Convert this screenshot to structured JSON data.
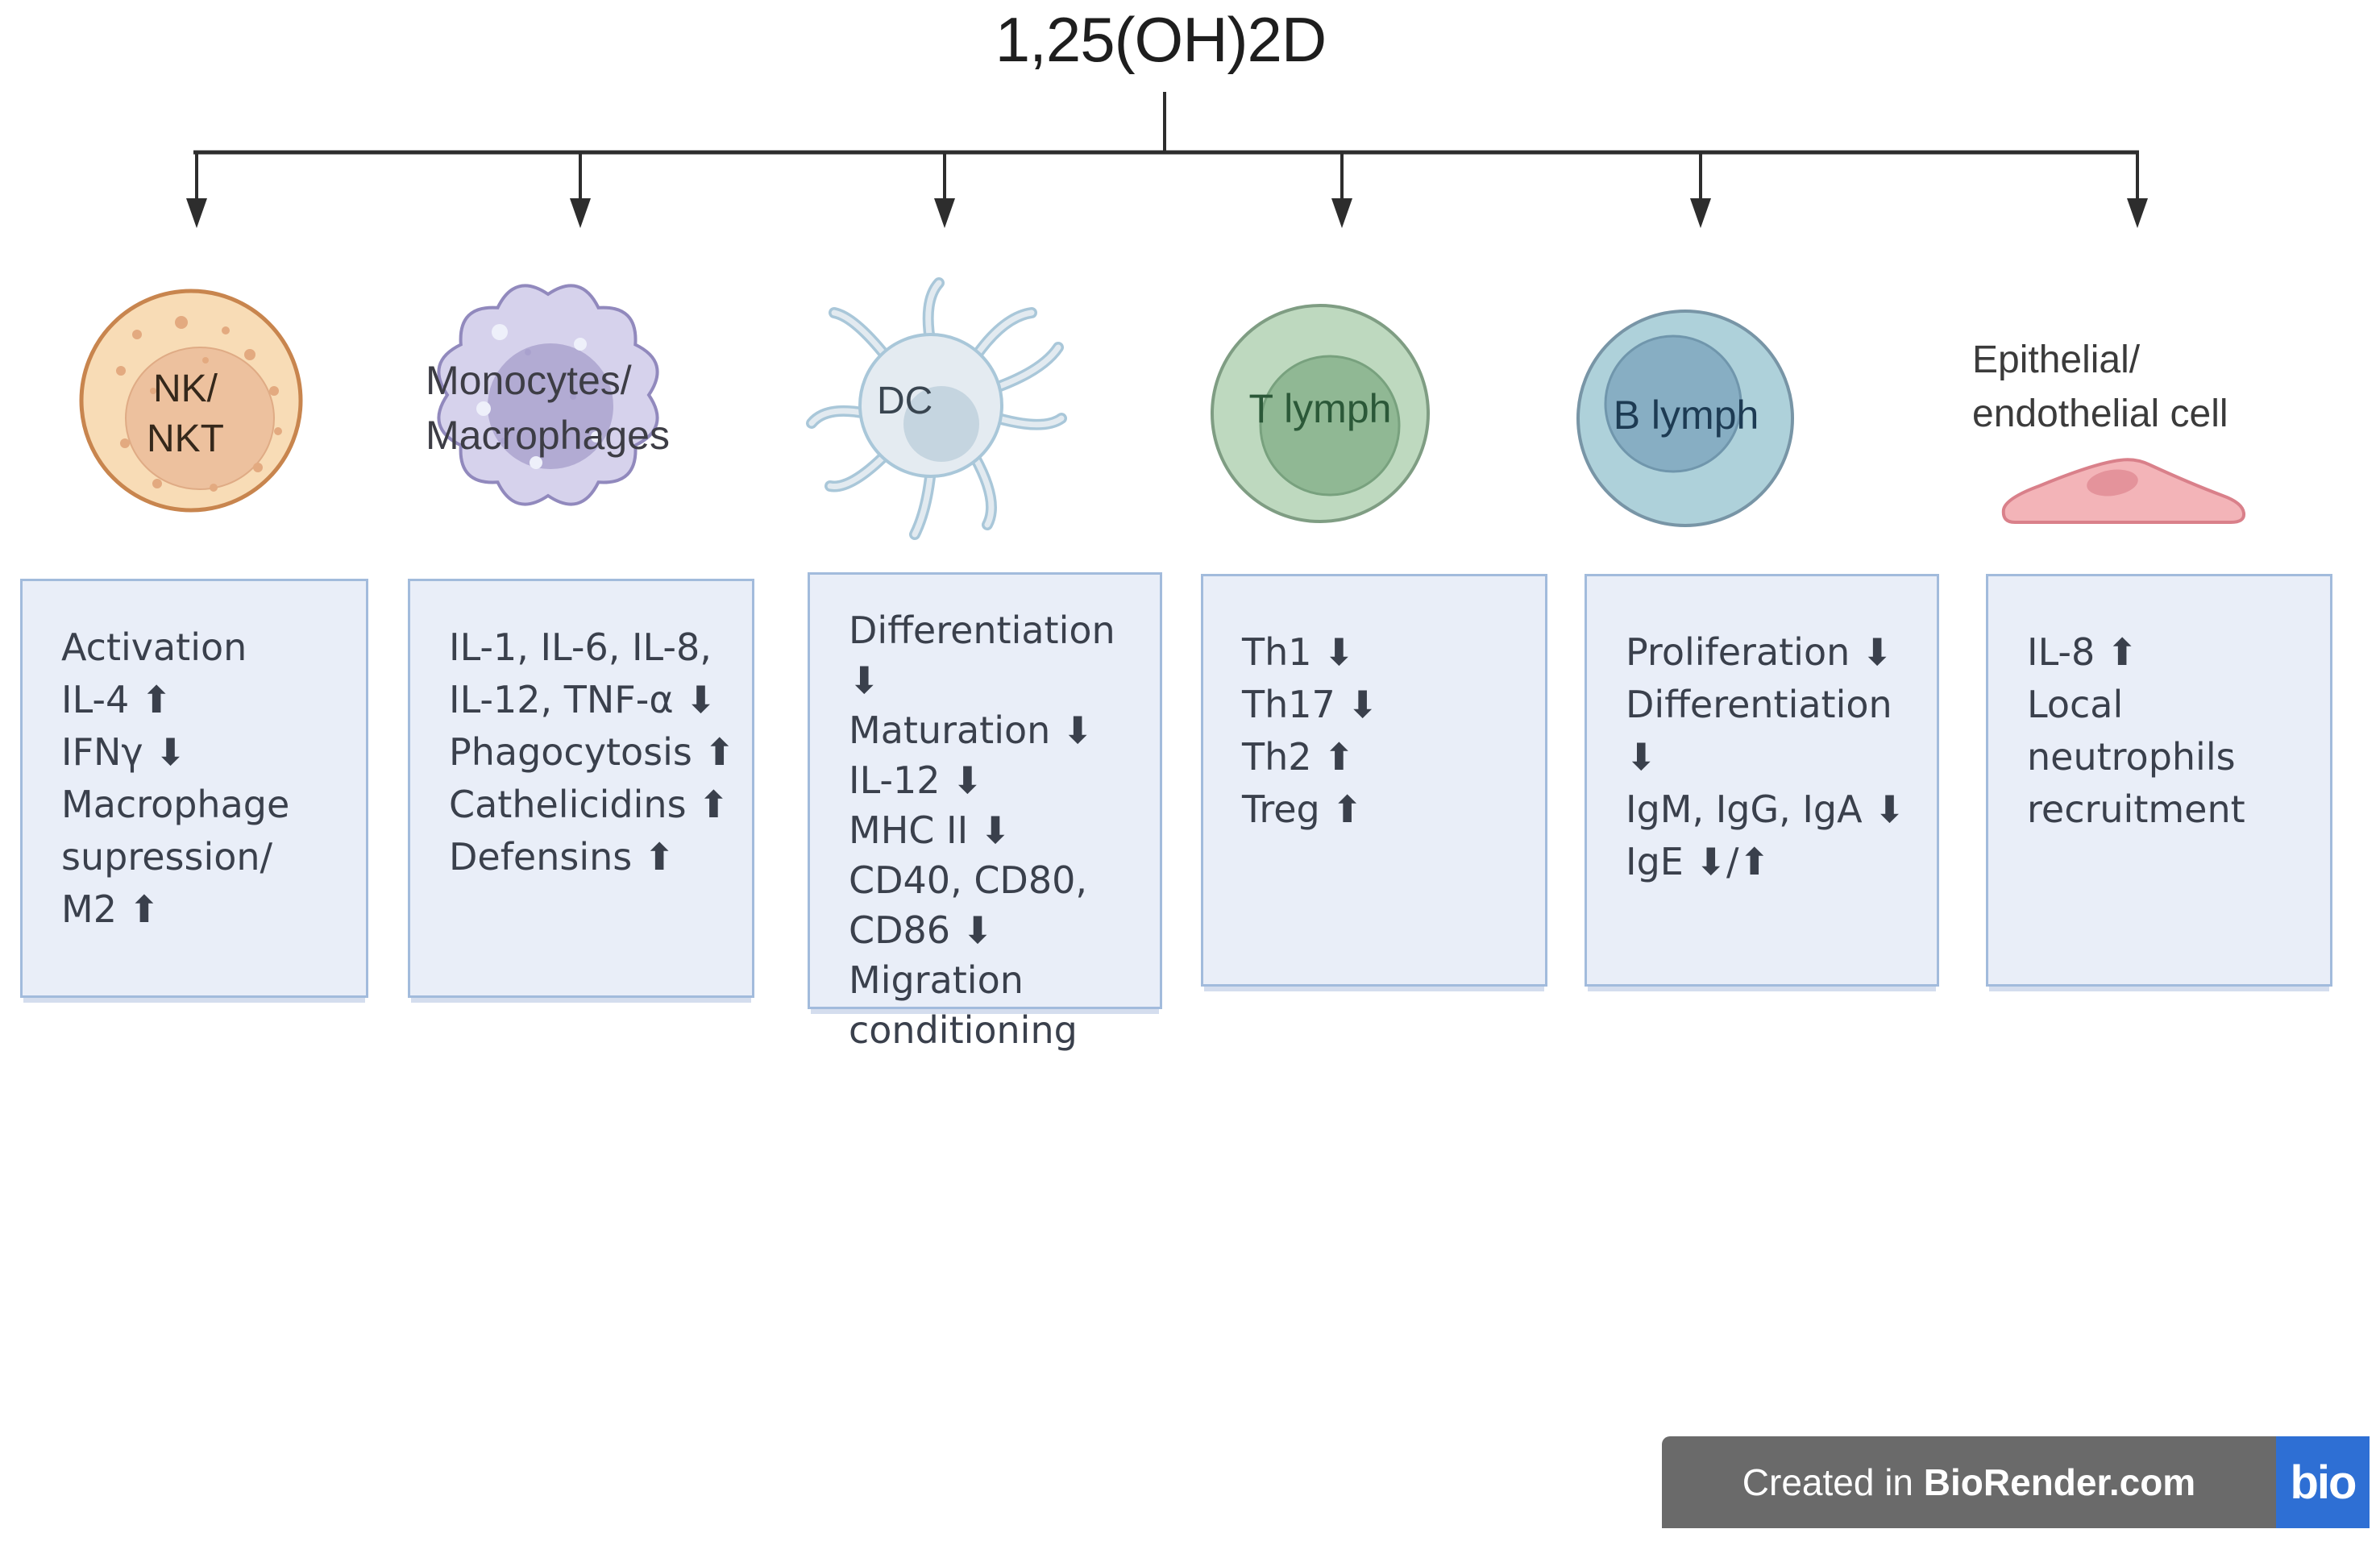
{
  "title": "1,25(OH)2D",
  "columns": [
    {
      "label_lines": [
        "NK/",
        "NKT"
      ],
      "effects": [
        "Activation",
        "IL-4 ⬆",
        "IFNγ ⬇",
        "Macrophage",
        "supression/",
        "M2 ⬆"
      ]
    },
    {
      "label_lines": [
        "Monocytes/",
        "Macrophages"
      ],
      "effects": [
        "IL-1, IL-6, IL-8,",
        "IL-12, TNF-α ⬇",
        "Phagocytosis ⬆",
        "Cathelicidins ⬆",
        "Defensins ⬆"
      ]
    },
    {
      "label_lines": [
        "DC"
      ],
      "effects": [
        "Differentiation ⬇",
        "Maturation ⬇",
        "IL-12 ⬇",
        "MHC II ⬇",
        "CD40, CD80,",
        "CD86 ⬇",
        "Migration",
        "conditioning"
      ]
    },
    {
      "label_lines": [
        "T lymph"
      ],
      "effects": [
        "Th1 ⬇",
        "Th17 ⬇",
        "Th2 ⬆",
        "Treg ⬆"
      ]
    },
    {
      "label_lines": [
        "B lymph"
      ],
      "effects": [
        "Proliferation ⬇",
        "Differentiation ⬇",
        "IgM, IgG, IgA ⬇",
        "IgE ⬇/⬆"
      ]
    },
    {
      "label_lines": [
        "Epithelial/",
        "endothelial cell"
      ],
      "effects": [
        "IL-8 ⬆",
        "Local",
        "neutrophils",
        "recruitment"
      ]
    }
  ],
  "footer": {
    "created_prefix": "Created in ",
    "brand": "BioRender.com",
    "logo_text": "bio"
  },
  "colors": {
    "box_fill": "#e9eef8",
    "box_border": "#a2bbdc",
    "connector": "#2d2d2d",
    "footer_gray": "#6a6a6a",
    "footer_blue": "#2e6fd4"
  }
}
